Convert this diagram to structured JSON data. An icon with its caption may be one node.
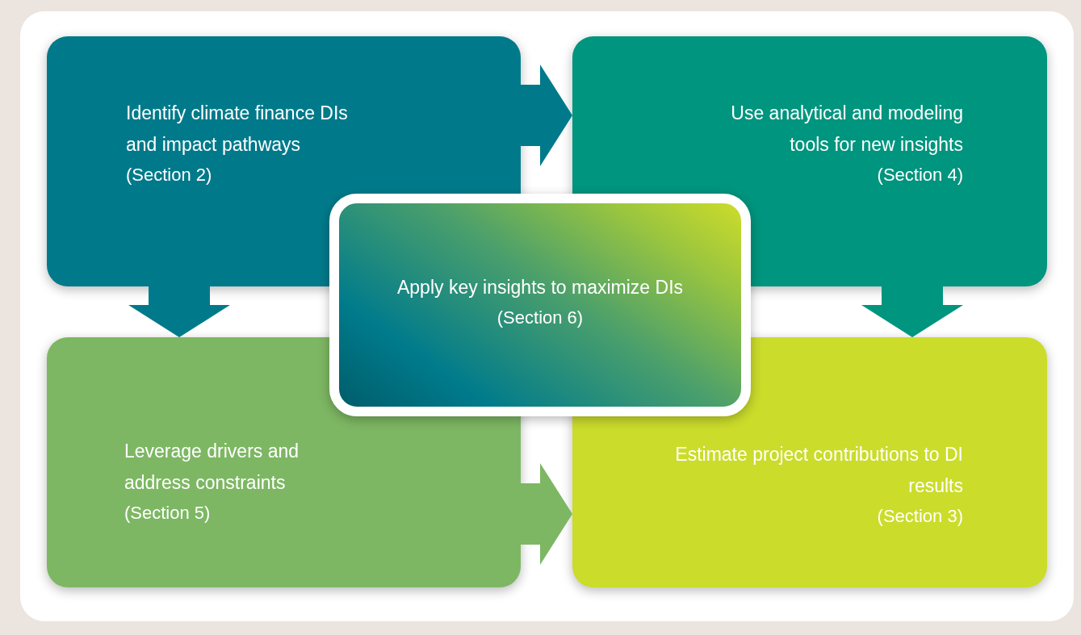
{
  "diagram": {
    "nodes": [
      {
        "text": [
          "Identify climate finance DIs and impact pathways",
          "(Section 2)"
        ]
      },
      {
        "text": [
          "Use analytical and modeling tools for new insights",
          "(Section 4)"
        ]
      },
      {
        "text": [
          "Apply key insights to maximize DIs",
          "(Section 6)"
        ]
      },
      {
        "text": [
          "Leverage drivers and address constraints",
          "(Section 5)"
        ]
      },
      {
        "text": [
          "Estimate project contributions to DI results",
          "(Section 3)"
        ]
      }
    ],
    "edges": [
      {
        "from": 0,
        "to": 1,
        "arrow": "to"
      },
      {
        "from": 0,
        "to": 3,
        "arrow": "to"
      },
      {
        "from": 1,
        "to": 4,
        "arrow": "to",
        "color": "#00957e"
      },
      {
        "from": 3,
        "to": 4,
        "arrow": "to",
        "color": "#7db763"
      }
    ]
  }
}
